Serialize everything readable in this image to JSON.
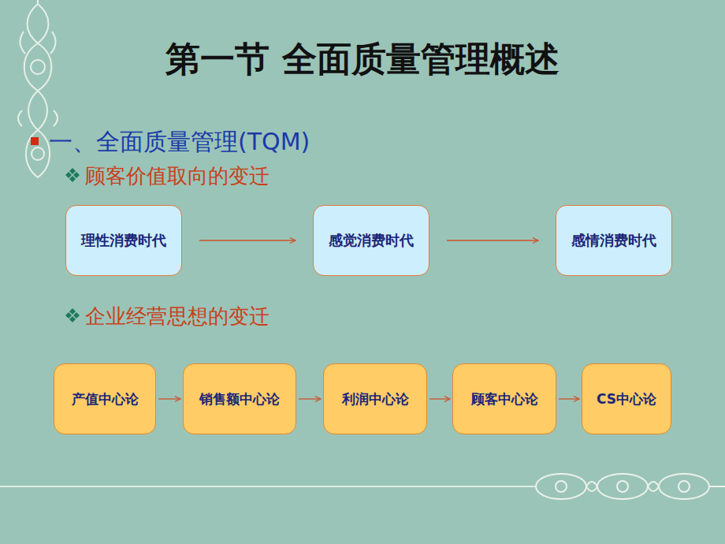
{
  "diagram": {
    "title": "第一节 全面质量管理概述",
    "nodes": [
      {
        "text": [
          "理性消费时代"
        ]
      },
      {
        "text": [
          "感觉消费时代"
        ]
      },
      {
        "text": [
          "感情消费时代"
        ]
      },
      {
        "text": [
          "产值中心论"
        ]
      },
      {
        "text": [
          "销售额中心论"
        ]
      },
      {
        "text": [
          "利润中心论"
        ]
      },
      {
        "text": [
          "顾客中心论"
        ]
      },
      {
        "text": [
          "CS中心论"
        ]
      }
    ],
    "edges": [
      {
        "from": 0,
        "to": 1,
        "arrow": "to"
      },
      {
        "from": 1,
        "to": 2,
        "arrow": "to"
      },
      {
        "from": 3,
        "to": 4,
        "arrow": "to"
      },
      {
        "from": 4,
        "to": 5,
        "arrow": "to"
      },
      {
        "from": 5,
        "to": 6,
        "arrow": "to"
      },
      {
        "from": 6,
        "to": 7,
        "arrow": "to"
      }
    ],
    "labels": [
      "一、全面质量管理(TQM)",
      "顾客价值取向的变迁",
      "企业经营思想的变迁"
    ]
  }
}
